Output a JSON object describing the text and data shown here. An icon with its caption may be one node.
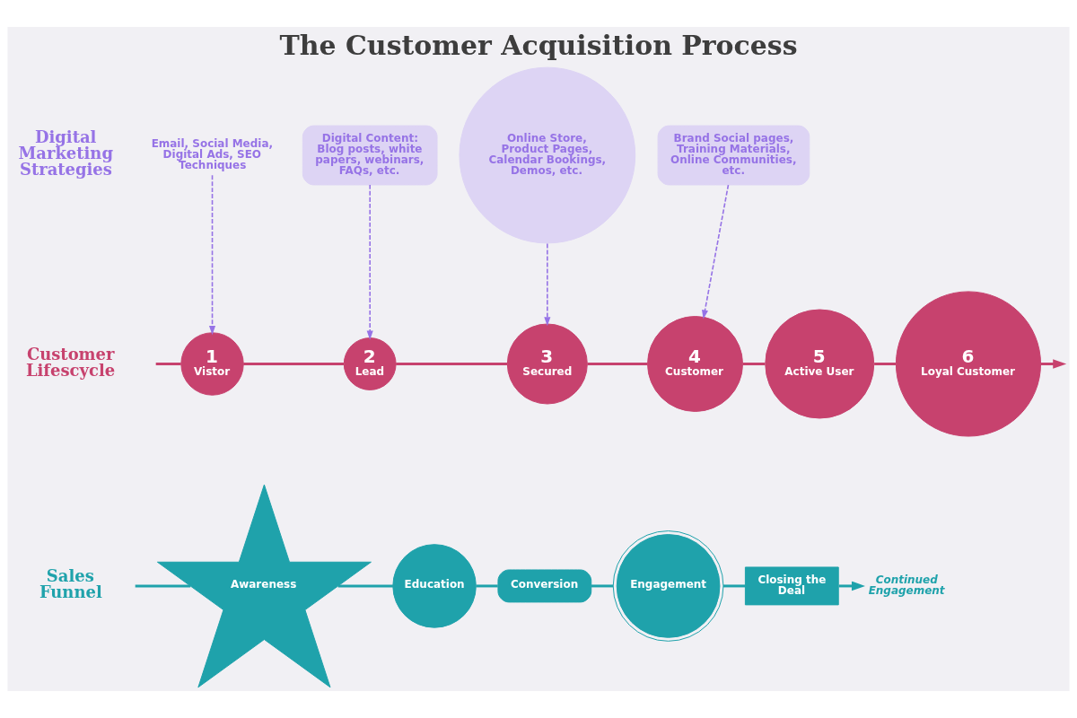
{
  "diagram": {
    "title": "The Customer Acquisition Process",
    "nodes": [
      {
        "text": [
          "Email, Social Media, Digital Ads, SEO Techniques"
        ]
      },
      {
        "text": [
          "Digital Content: Blog posts, white papers, webinars, FAQs, etc."
        ]
      },
      {
        "text": [
          "Online Store, Product Pages, Calendar Bookings, Demos, etc."
        ]
      },
      {
        "text": [
          "Brand Social pages, Training Materials, Online Communities, etc."
        ]
      },
      {
        "text": [
          "1",
          "Vistor"
        ]
      },
      {
        "text": [
          "2",
          "Lead"
        ]
      },
      {
        "text": [
          "3",
          "Secured"
        ]
      },
      {
        "text": [
          "4",
          "Customer"
        ]
      },
      {
        "text": [
          "5",
          "Active User"
        ]
      },
      {
        "text": [
          "6",
          "Loyal Customer"
        ]
      },
      {
        "text": [
          "Awareness"
        ]
      },
      {
        "text": [
          "Education"
        ]
      },
      {
        "text": [
          "Conversion"
        ]
      },
      {
        "text": [
          "Engagement"
        ]
      },
      {
        "text": [
          "Closing the Deal"
        ]
      },
      {
        "text": [
          "Continued Engagement"
        ]
      }
    ],
    "edges": [
      {
        "from": 0,
        "to": 4,
        "arrow": "to",
        "style": "dashed",
        "color": "#9673e6"
      },
      {
        "from": 1,
        "to": 5,
        "arrow": "to",
        "style": "dashed",
        "color": "#9673e6"
      },
      {
        "from": 2,
        "to": 6,
        "arrow": "to",
        "style": "dashed",
        "color": "#9673e6"
      },
      {
        "from": 3,
        "to": 7,
        "arrow": "to",
        "style": "dashed",
        "color": "#9673e6"
      },
      {
        "from": null,
        "to": 4,
        "arrow": "none"
      },
      {
        "from": 4,
        "to": 5,
        "arrow": "none"
      },
      {
        "from": 5,
        "to": 6,
        "arrow": "none"
      },
      {
        "from": 6,
        "to": 7,
        "arrow": "none"
      },
      {
        "from": 7,
        "to": 8,
        "arrow": "none"
      },
      {
        "from": 8,
        "to": 9,
        "arrow": "none"
      },
      {
        "from": 9,
        "to": null,
        "arrow": "to"
      },
      {
        "from": null,
        "to": 10,
        "arrow": "none",
        "color": "#1fa2ab"
      },
      {
        "from": 10,
        "to": 11,
        "arrow": "none",
        "color": "#1fa2ab"
      },
      {
        "from": 11,
        "to": 12,
        "arrow": "none",
        "color": "#1fa2ab"
      },
      {
        "from": 12,
        "to": 13,
        "arrow": "none",
        "color": "#1fa2ab"
      },
      {
        "from": 13,
        "to": 14,
        "arrow": "none",
        "color": "#1fa2ab"
      },
      {
        "from": 14,
        "to": 15,
        "arrow": "to",
        "color": "#1fa2ab"
      }
    ],
    "labels": [
      "Digital Marketing Strategies",
      "Customer Lifescycle",
      "Sales Funnel"
    ]
  }
}
